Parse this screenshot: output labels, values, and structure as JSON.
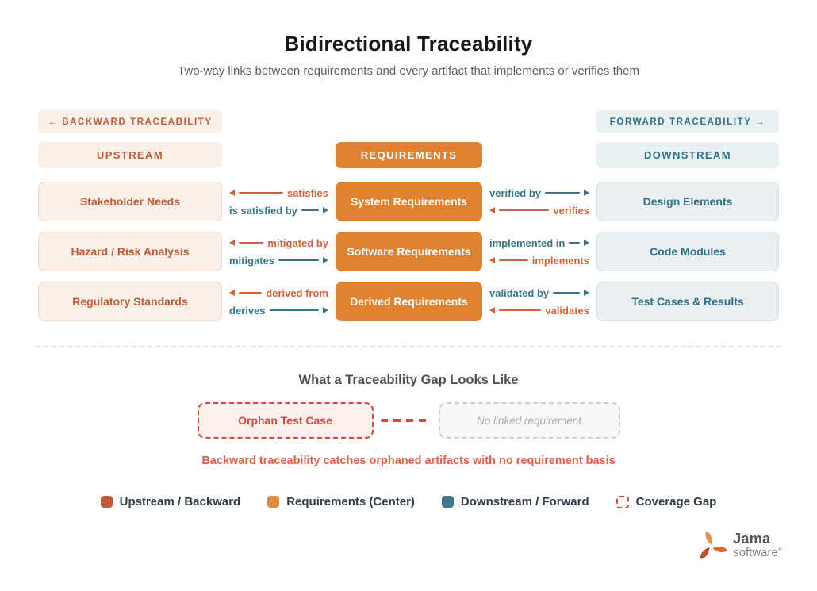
{
  "header": {
    "title": "Bidirectional Traceability",
    "subtitle": "Two-way links between requirements and every artifact that implements or verifies them"
  },
  "banners": {
    "backward": "← BACKWARD TRACEABILITY",
    "forward": "FORWARD TRACEABILITY →"
  },
  "columns": {
    "upstream": "UPSTREAM",
    "center": "REQUIREMENTS",
    "downstream": "DOWNSTREAM"
  },
  "grid": {
    "rows": [
      {
        "left": "Stakeholder Needs",
        "center": "System Requirements",
        "right": "Design Elements",
        "left_backward": "satisfies",
        "left_forward": "is satisfied by",
        "right_forward": "verified by",
        "right_backward": "verifies"
      },
      {
        "left": "Hazard / Risk Analysis",
        "center": "Software Requirements",
        "right": "Code Modules",
        "left_backward": "mitigated by",
        "left_forward": "mitigates",
        "right_forward": "implemented in",
        "right_backward": "implements"
      },
      {
        "left": "Regulatory Standards",
        "center": "Derived Requirements",
        "right": "Test Cases & Results",
        "left_backward": "derived from",
        "left_forward": "derives",
        "right_forward": "validated by",
        "right_backward": "validates"
      }
    ]
  },
  "gap": {
    "title": "What a Traceability Gap Looks Like",
    "orphan": "Orphan Test Case",
    "missing": "No linked requirement",
    "caption": "Backward traceability catches orphaned artifacts with no requirement basis"
  },
  "legend": {
    "items": [
      {
        "label": "Upstream / Backward",
        "color": "#c25a3a"
      },
      {
        "label": "Requirements (Center)",
        "color": "#e0883c"
      },
      {
        "label": "Downstream / Forward",
        "color": "#3d7b8c"
      },
      {
        "label": "Coverage Gap",
        "color": "#d8473b",
        "style": "dashed-outline"
      }
    ]
  },
  "logo": {
    "name": "Jama",
    "sub": "software",
    "mark_colors": [
      "#e8914e",
      "#d96a33",
      "#bf4e2a"
    ]
  },
  "colors": {
    "upstream_accent": "#c05b3a",
    "upstream_bg": "#fbf0e8",
    "center_accent": "#e0822f",
    "downstream_accent": "#2f7086",
    "downstream_bg": "#e9f0f2",
    "gap_red": "#d8473b",
    "caption_red": "#d8604a"
  }
}
